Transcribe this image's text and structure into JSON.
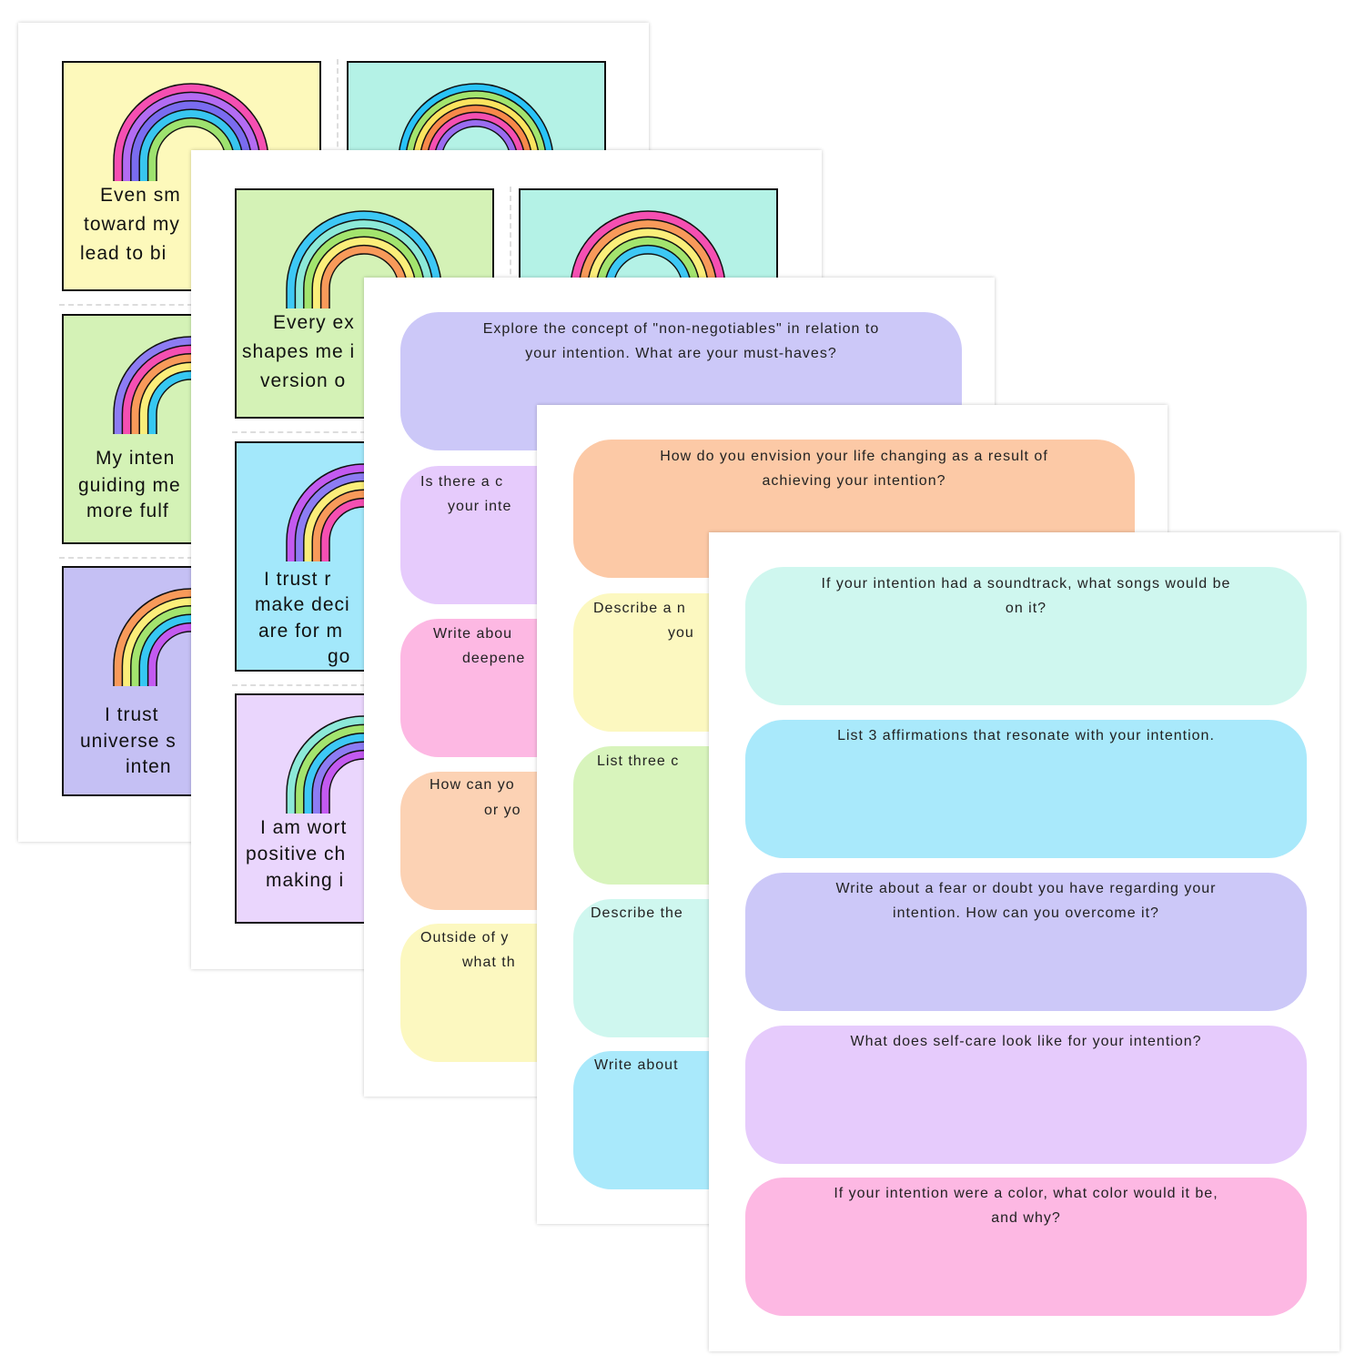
{
  "colors": {
    "yellow": "#fdf9bb",
    "teal": "#b4f2e6",
    "green": "#d4f2b6",
    "purple": "#c5c0f4",
    "blue": "#a3e8fb",
    "lavender": "#ead6fd",
    "peach": "#fcd2b4",
    "pink": "#fdb8e3",
    "mint": "#cff7ef",
    "lilac": "#e6cbfc"
  },
  "page1": {
    "cards": [
      {
        "lines": [
          "Even sm",
          "toward my",
          "lead to bi"
        ],
        "bands": [
          "#f54fb2",
          "#b36cf3",
          "#7a6cf0",
          "#38c6f0",
          "#9ee26f"
        ]
      },
      {
        "lines": [],
        "bands": [
          "#29c3f7",
          "#a3e46e",
          "#fbe35f",
          "#f8894a",
          "#f54fb2",
          "#9a6cf0"
        ]
      },
      {
        "lines": [
          "My inten",
          "guiding me",
          "more fulf"
        ],
        "bands": [
          "#8d7cf3",
          "#f54fb2",
          "#f89a5a",
          "#fbee7a",
          "#36c8f2"
        ]
      },
      {
        "lines": [
          "I trust",
          "universe s",
          "inten"
        ],
        "bands": [
          "#f89a5a",
          "#fbee7a",
          "#a3e46e",
          "#36c8f2",
          "#c35af0"
        ]
      }
    ]
  },
  "page2": {
    "cards": [
      {
        "lines": [
          "Every ex",
          "shapes me i",
          "version o"
        ],
        "bands": [
          "#3dc8f5",
          "#8ce9d8",
          "#a3e46e",
          "#fbee7a",
          "#f89a5a"
        ]
      },
      {
        "lines": [],
        "bands": [
          "#f54fb2",
          "#f89a5a",
          "#fbee7a",
          "#a3e46e",
          "#3dc8f5"
        ]
      },
      {
        "lines": [
          "I trust r",
          "make deci",
          "are for m",
          "go"
        ],
        "bands": [
          "#c35af0",
          "#8d7cf3",
          "#fbee7a",
          "#f89a5a",
          "#f54fb2"
        ]
      },
      {
        "lines": [
          "I am wort",
          "positive ch",
          "making i"
        ],
        "bands": [
          "#8ce9d8",
          "#a3e46e",
          "#3dc8f5",
          "#8d7cf3",
          "#c35af0"
        ]
      }
    ]
  },
  "page3": {
    "prompts": [
      {
        "lines": [
          "Explore the concept of \"non-negotiables\" in relation to",
          "your intention. What are your must-haves?"
        ]
      },
      {
        "lines": [
          "Is there a c",
          "your inte"
        ]
      },
      {
        "lines": [
          "Write abou",
          "deepene"
        ]
      },
      {
        "lines": [
          "How can yo",
          "or yo"
        ]
      },
      {
        "lines": [
          "Outside of y",
          "what th"
        ]
      }
    ]
  },
  "page4": {
    "prompts": [
      {
        "lines": [
          "How do you envision your life changing as a result of",
          "achieving your intention?"
        ]
      },
      {
        "lines": [
          "Describe a n",
          "you"
        ]
      },
      {
        "lines": [
          "List three c"
        ]
      },
      {
        "lines": [
          "Describe the"
        ]
      },
      {
        "lines": [
          "Write about"
        ]
      }
    ]
  },
  "page5": {
    "prompts": [
      {
        "lines": [
          "If your intention had a soundtrack, what songs would be",
          "on it?"
        ]
      },
      {
        "lines": [
          "List 3 affirmations that resonate with your intention."
        ]
      },
      {
        "lines": [
          "Write about a fear or doubt you have regarding your",
          "intention. How can you overcome it?"
        ]
      },
      {
        "lines": [
          "What does self-care look like for your intention?"
        ]
      },
      {
        "lines": [
          "If your intention were a color, what color would it be,",
          "and why?"
        ]
      }
    ]
  }
}
